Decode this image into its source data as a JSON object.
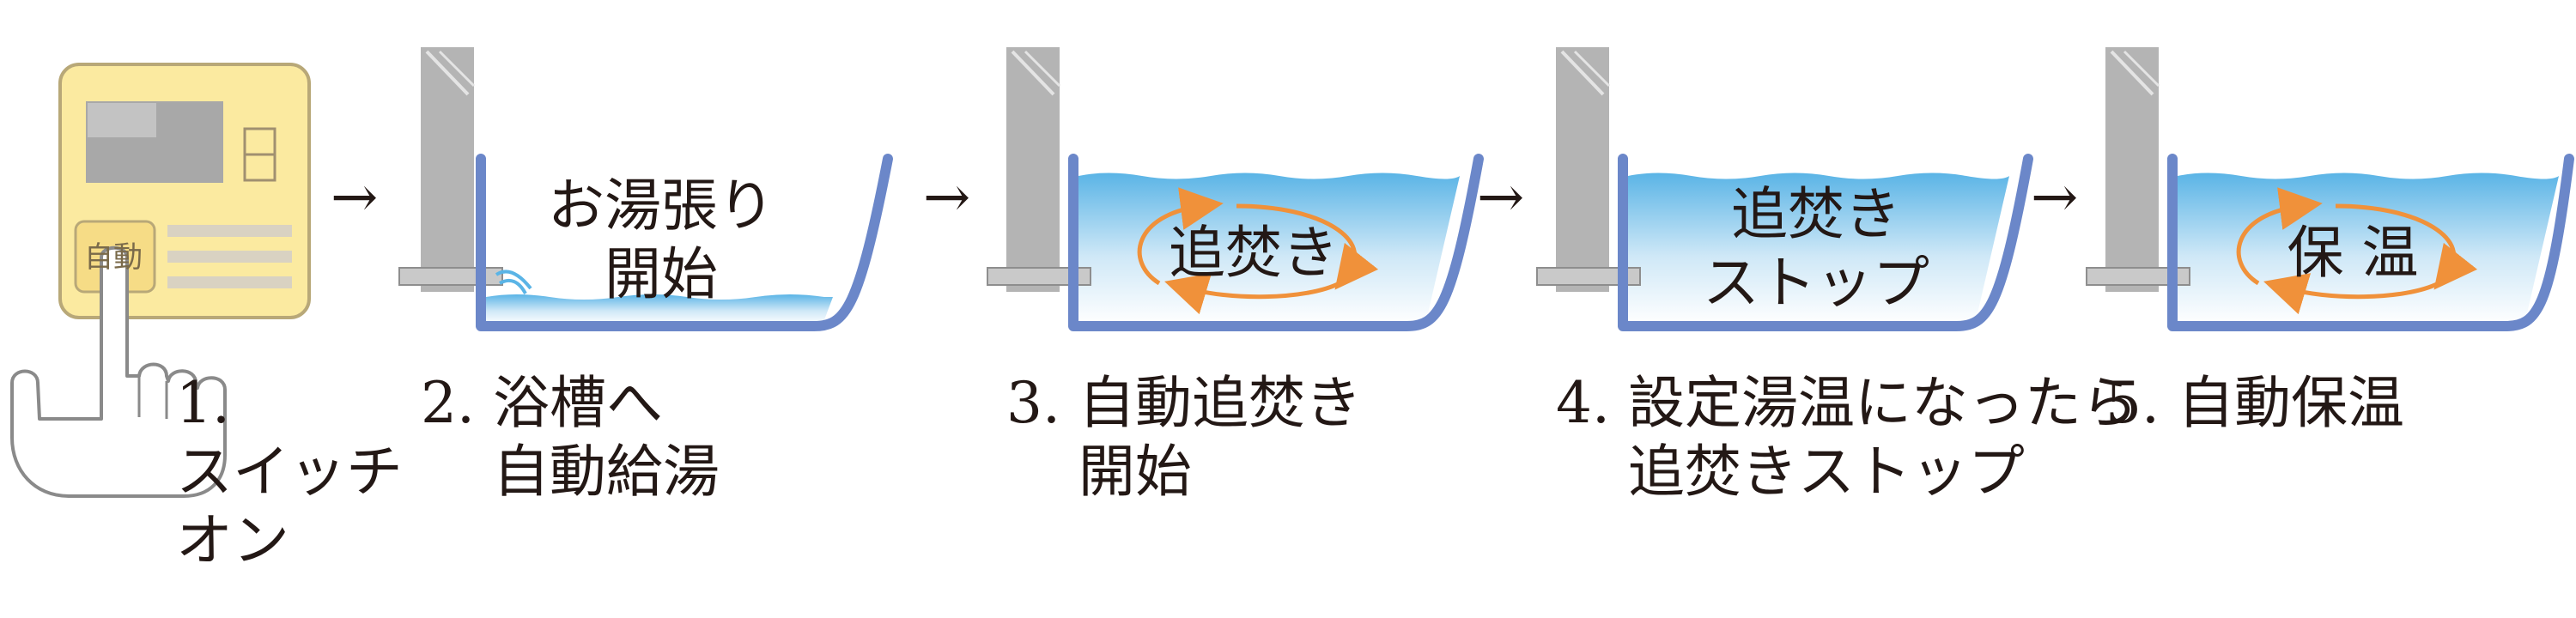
{
  "steps": [
    {
      "number": "1.",
      "caption": "1.\nスイッチ\nオン",
      "icon": "remote-control-icon"
    },
    {
      "number": "2.",
      "caption": "2. 浴槽へ\n    自動給湯",
      "tub_label": "お湯張り\n開始"
    },
    {
      "number": "3.",
      "caption": "3. 自動追焚き\n    開始",
      "tub_label": "追焚き"
    },
    {
      "number": "4.",
      "caption": "4. 設定湯温になったら\n    追焚きストップ",
      "tub_label": "追焚き\nストップ"
    },
    {
      "number": "5.",
      "caption": "5. 自動保温",
      "tub_label": "保 温"
    }
  ],
  "remote_panel": {
    "button_label": "自動"
  },
  "arrow_glyph": "→",
  "colors": {
    "panel_fill": "#fbeaa0",
    "panel_border": "#b8a878",
    "screen": "#a8a8a8",
    "pipe": "#b4b4b4",
    "tub_stroke": "#6b87c9",
    "water_top": "#5ab4e6",
    "water_bottom": "#ffffff",
    "swirl": "#f0913a",
    "text": "#231815"
  }
}
